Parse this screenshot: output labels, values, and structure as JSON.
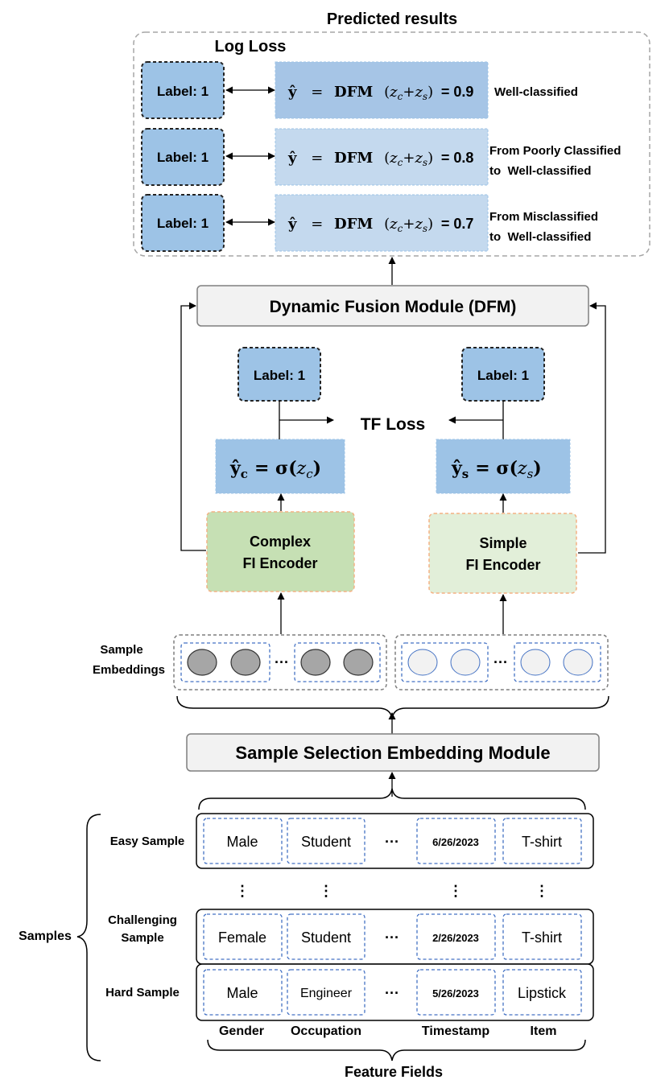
{
  "predicted": {
    "title": "Predicted results",
    "log_loss": "Log Loss",
    "rows": [
      {
        "label": "Label: 1",
        "y_hat": "ŷ",
        "eq": "=",
        "dfm": "DFM",
        "open": "(",
        "zc": "z",
        "zc_sub": "c",
        "plus": "+",
        "zs": "z",
        "zs_sub": "s",
        "close": ")",
        "value": "= 0.9",
        "note1": "Well-classified",
        "note2": "",
        "color": "#a6c5e6"
      },
      {
        "label": "Label: 1",
        "y_hat": "ŷ",
        "eq": "=",
        "dfm": "DFM",
        "open": "(",
        "zc": "z",
        "zc_sub": "c",
        "plus": "+",
        "zs": "z",
        "zs_sub": "s",
        "close": ")",
        "value": "= 0.8",
        "note1": "From Poorly Classified",
        "note2": "to  Well-classified",
        "color": "#c4d9ee"
      },
      {
        "label": "Label: 1",
        "y_hat": "ŷ",
        "eq": "=",
        "dfm": "DFM",
        "open": "(",
        "zc": "z",
        "zc_sub": "c",
        "plus": "+",
        "zs": "z",
        "zs_sub": "s",
        "close": ")",
        "value": "= 0.7",
        "note1": "From Misclassified",
        "note2": "to  Well-classified",
        "color": "#c4d9ee"
      }
    ]
  },
  "dfm_module": "Dynamic Fusion Module (DFM)",
  "tf_loss": "TF Loss",
  "complex_branch": {
    "label": "Label: 1",
    "y_hat": "ŷ",
    "y_sub": "c",
    "eq": "= σ(",
    "z": "z",
    "z_sub": "c",
    "close": ")",
    "encoder_line1": "Complex",
    "encoder_line2": "FI Encoder",
    "encoder_fill": "#c6e0b4"
  },
  "simple_branch": {
    "label": "Label: 1",
    "y_hat": "ŷ",
    "y_sub": "s",
    "eq": "= σ(",
    "z": "z",
    "z_sub": "s",
    "close": ")",
    "encoder_line1": "Simple",
    "encoder_line2": "FI Encoder",
    "encoder_fill": "#e2efd9"
  },
  "sample_embeddings": {
    "line1": "Sample",
    "line2": "Embeddings",
    "ellipsis": "···",
    "dark_fill": "#a6a6a6",
    "light_fill": "#f2f2f2"
  },
  "ssem": "Sample Selection Embedding Module",
  "samples": {
    "group_label": "Samples",
    "rows": [
      {
        "label1": "Easy Sample",
        "label2": "",
        "gender": "Male",
        "occupation": "Student",
        "dots": "···",
        "timestamp": "6/26/2023",
        "item": "T-shirt"
      },
      {
        "label1": "Challenging",
        "label2": "Sample",
        "gender": "Female",
        "occupation": "Student",
        "dots": "···",
        "timestamp": "2/26/2023",
        "item": "T-shirt"
      },
      {
        "label1": "Hard Sample",
        "label2": "",
        "gender": "Male",
        "occupation": "Engineer",
        "dots": "···",
        "timestamp": "5/26/2023",
        "item": "Lipstick"
      }
    ]
  },
  "fields": {
    "gender": "Gender",
    "occupation": "Occupation",
    "timestamp": "Timestamp",
    "item": "Item",
    "group_label": "Feature Fields"
  },
  "colors": {
    "blue_box": "#9dc3e6",
    "gray_box": "#f2f2f2",
    "dash_blue": "#4472c4",
    "dash_orange": "#f4b183"
  }
}
